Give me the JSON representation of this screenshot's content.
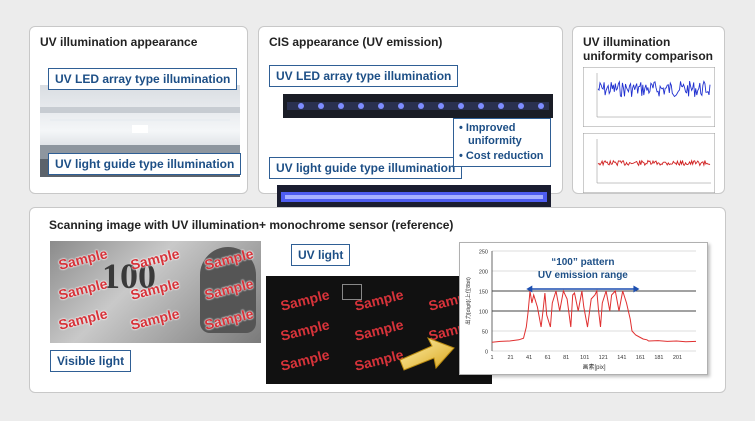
{
  "panels": {
    "uv_illum": {
      "title": "UV illumination appearance",
      "label_top": "UV LED array type illumination",
      "label_bottom": "UV light guide type illumination"
    },
    "cis": {
      "title": "CIS appearance (UV emission)",
      "label_top": "UV LED array type illumination",
      "label_bottom": "UV light guide type illumination",
      "bullets": [
        "• Improved",
        "uniformity",
        "• Cost reduction"
      ]
    },
    "uniformity": {
      "title_line1": "UV illumination",
      "title_line2": "uniformity comparison"
    },
    "scan": {
      "title": "Scanning image with UV illumination+ monochrome sensor (reference)",
      "uv_label": "UV light",
      "visible_label": "Visible light",
      "watermark": "Sample",
      "note_100": "100"
    }
  },
  "chart_data": {
    "type": "line",
    "title": "",
    "annotation_line1": "“100” pattern",
    "annotation_line2": "UV emission range",
    "ylabel": "出力[digit](上位8bit)",
    "xlabel": "画素[pix]",
    "ylim": [
      0,
      250
    ],
    "xlim": [
      1,
      221
    ],
    "yticks": [
      "250",
      "200",
      "150",
      "100",
      "50",
      "0"
    ],
    "xticks": [
      "1",
      "21",
      "41",
      "61",
      "81",
      "101",
      "121",
      "141",
      "161",
      "181",
      "201"
    ],
    "series": [
      {
        "x": [
          1,
          10,
          20,
          30,
          35,
          38,
          40,
          42,
          44,
          46,
          50,
          54,
          56,
          58,
          60,
          64,
          66,
          70,
          74,
          78,
          82,
          86,
          88,
          90,
          94,
          98,
          100,
          104,
          108,
          112,
          114,
          116,
          118,
          120,
          124,
          128,
          130,
          134,
          138,
          142,
          146,
          150,
          152,
          156,
          160,
          164,
          168,
          170,
          180,
          190,
          200,
          210,
          221
        ],
        "values": [
          22,
          24,
          25,
          28,
          32,
          60,
          100,
          150,
          120,
          140,
          110,
          60,
          100,
          145,
          90,
          60,
          120,
          150,
          100,
          150,
          130,
          60,
          140,
          145,
          100,
          150,
          110,
          60,
          130,
          140,
          150,
          100,
          60,
          120,
          150,
          100,
          140,
          150,
          100,
          150,
          120,
          80,
          50,
          40,
          35,
          30,
          28,
          25,
          26,
          24,
          25,
          23,
          24
        ]
      }
    ],
    "color": "#e03030"
  }
}
